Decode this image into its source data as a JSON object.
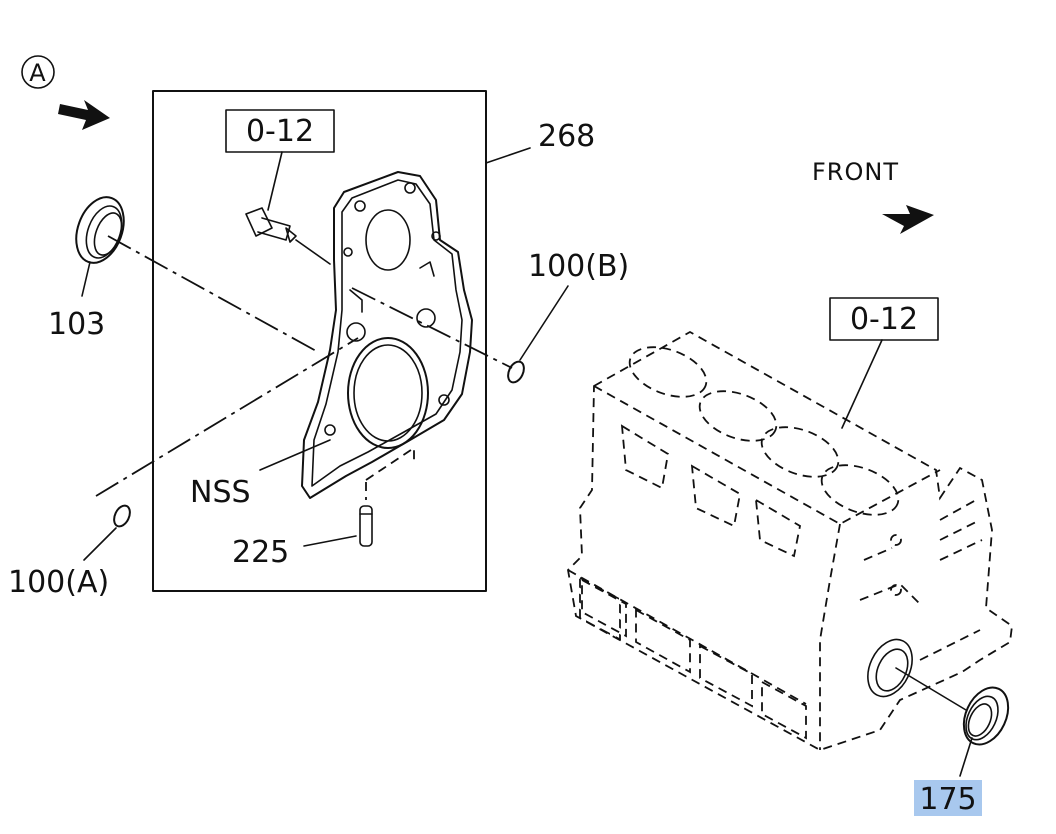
{
  "diagram": {
    "view_marker": "A",
    "front_label": "FRONT",
    "callouts": {
      "cover": "268",
      "ref_upper": "0-12",
      "ref_block": "0-12",
      "seal_front": "103",
      "oring_b": "100(B)",
      "oring_a": "100(A)",
      "gasket": "NSS",
      "dowel": "225",
      "seal_rear": "175"
    },
    "highlight_color": "#a8c8ee",
    "line_color": "#111111"
  }
}
